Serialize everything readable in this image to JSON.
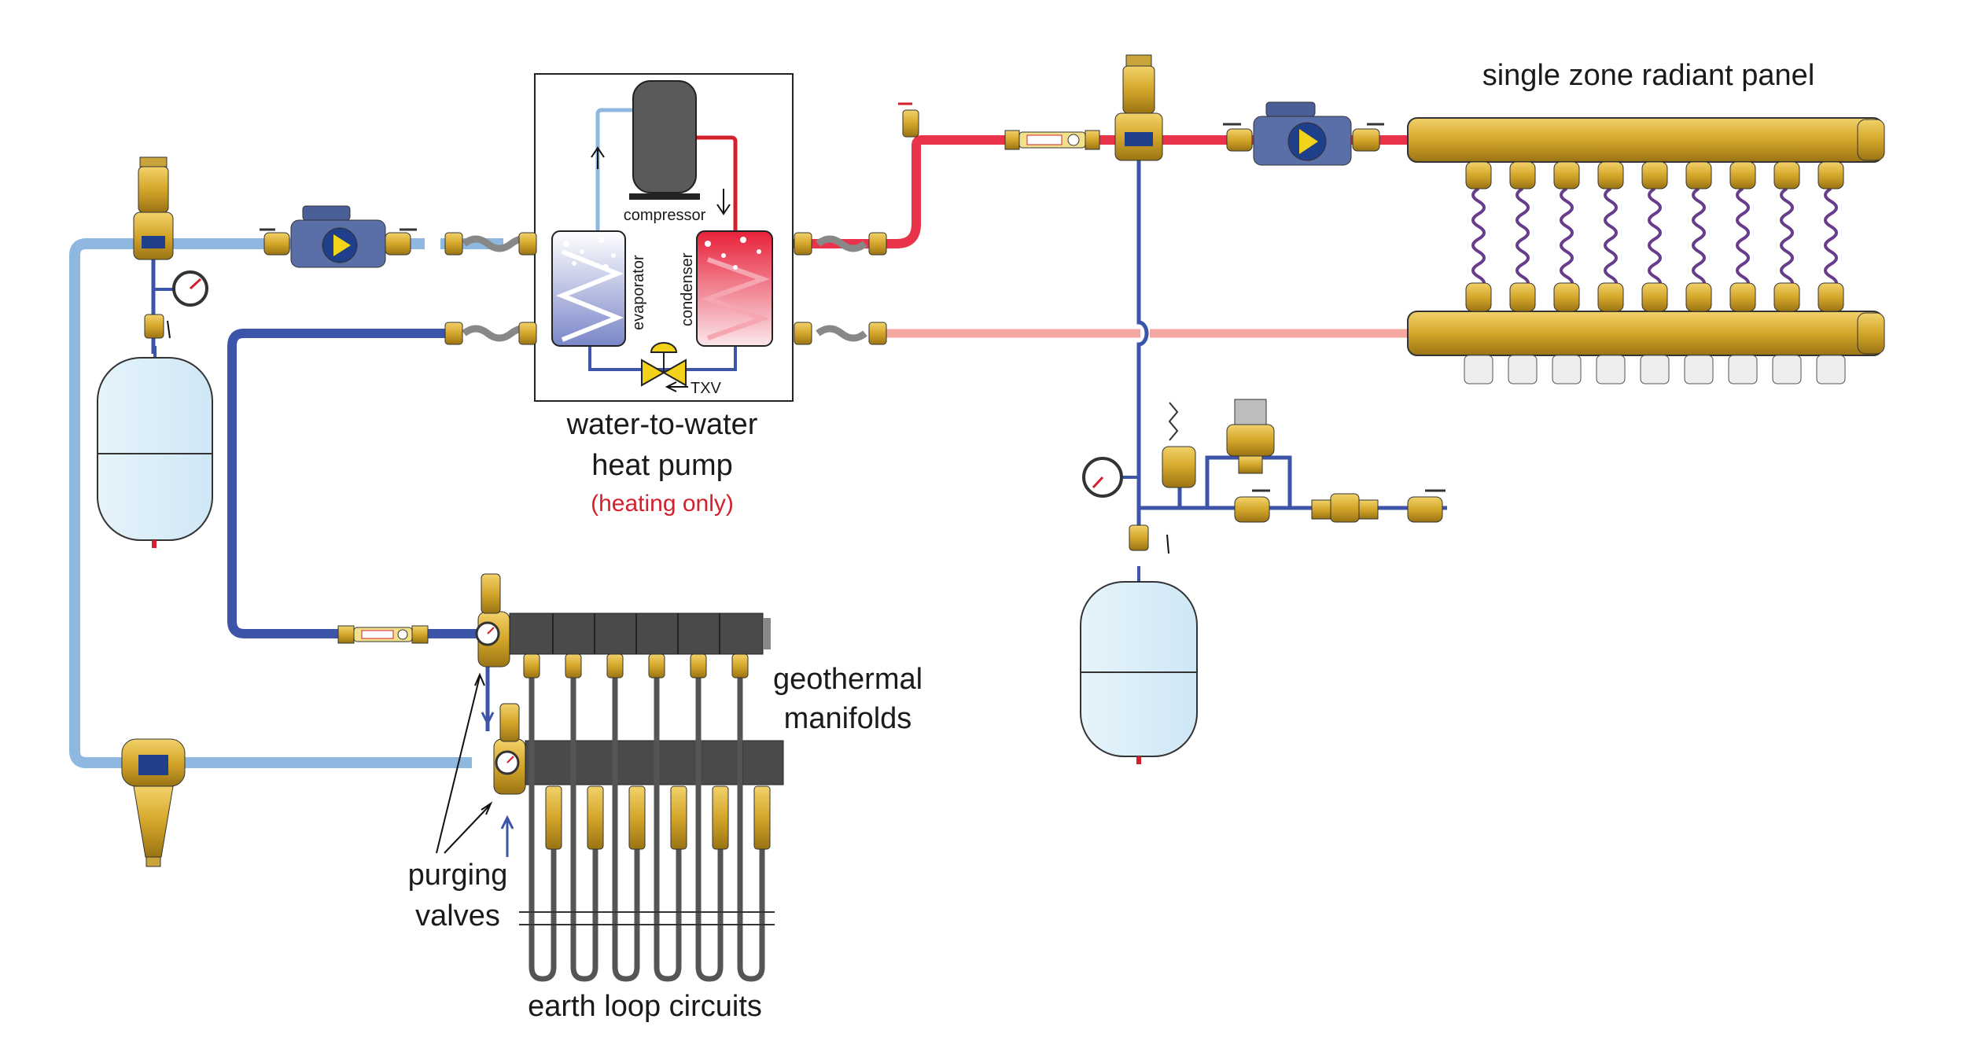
{
  "labels": {
    "compressor": "compressor",
    "evaporator": "evaporator",
    "condenser": "condenser",
    "txv": "TXV",
    "heat_pump_line1": "water-to-water",
    "heat_pump_line2": "heat pump",
    "heat_pump_note": "(heating only)",
    "radiant_panel": "single zone radiant panel",
    "geo_manifolds_line1": "geothermal",
    "geo_manifolds_line2": "manifolds",
    "purging_line1": "purging",
    "purging_line2": "valves",
    "earth_loops": "earth loop circuits"
  },
  "colors": {
    "hot_supply": "#e8334a",
    "warm_return": "#f4a6a0",
    "cold_loop": "#3d55a8",
    "cool_loop": "#8fb8e0",
    "brass": "#d4a62a",
    "manifold_dark": "#4a4a4a",
    "note_red": "#d41f2d"
  }
}
